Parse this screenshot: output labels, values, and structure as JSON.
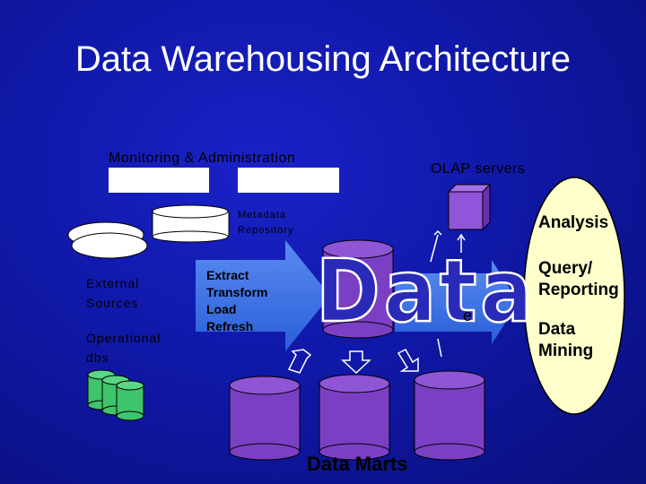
{
  "title": "Data Warehousing Architecture",
  "monitoring_label": "Monitoring & Administration",
  "olap_label": "OLAP servers",
  "metadata_label_line1": "Metadata",
  "metadata_label_line2": "Repository",
  "external_sources_line1": "External",
  "external_sources_line2": "Sources",
  "operational_dbs_line1": "Operational",
  "operational_dbs_line2": "dbs",
  "etl_lines": [
    "Extract",
    "Transform",
    "Load",
    "Refresh"
  ],
  "warehouse_word": "Data",
  "warehouse_partial_char": "e",
  "data_marts_label": "Data Marts",
  "tools": {
    "analysis": "Analysis",
    "query_line1": "Query/",
    "query_line2": "Reporting",
    "mining_line1": "Data",
    "mining_line2": "Mining"
  },
  "colors": {
    "background": "#1018a8",
    "cylinder_purple": "#7b3fc4",
    "cylinder_green": "#3ec46a",
    "arrow_blue": "#3a72e6",
    "tools_oval": "#ffffcc"
  }
}
